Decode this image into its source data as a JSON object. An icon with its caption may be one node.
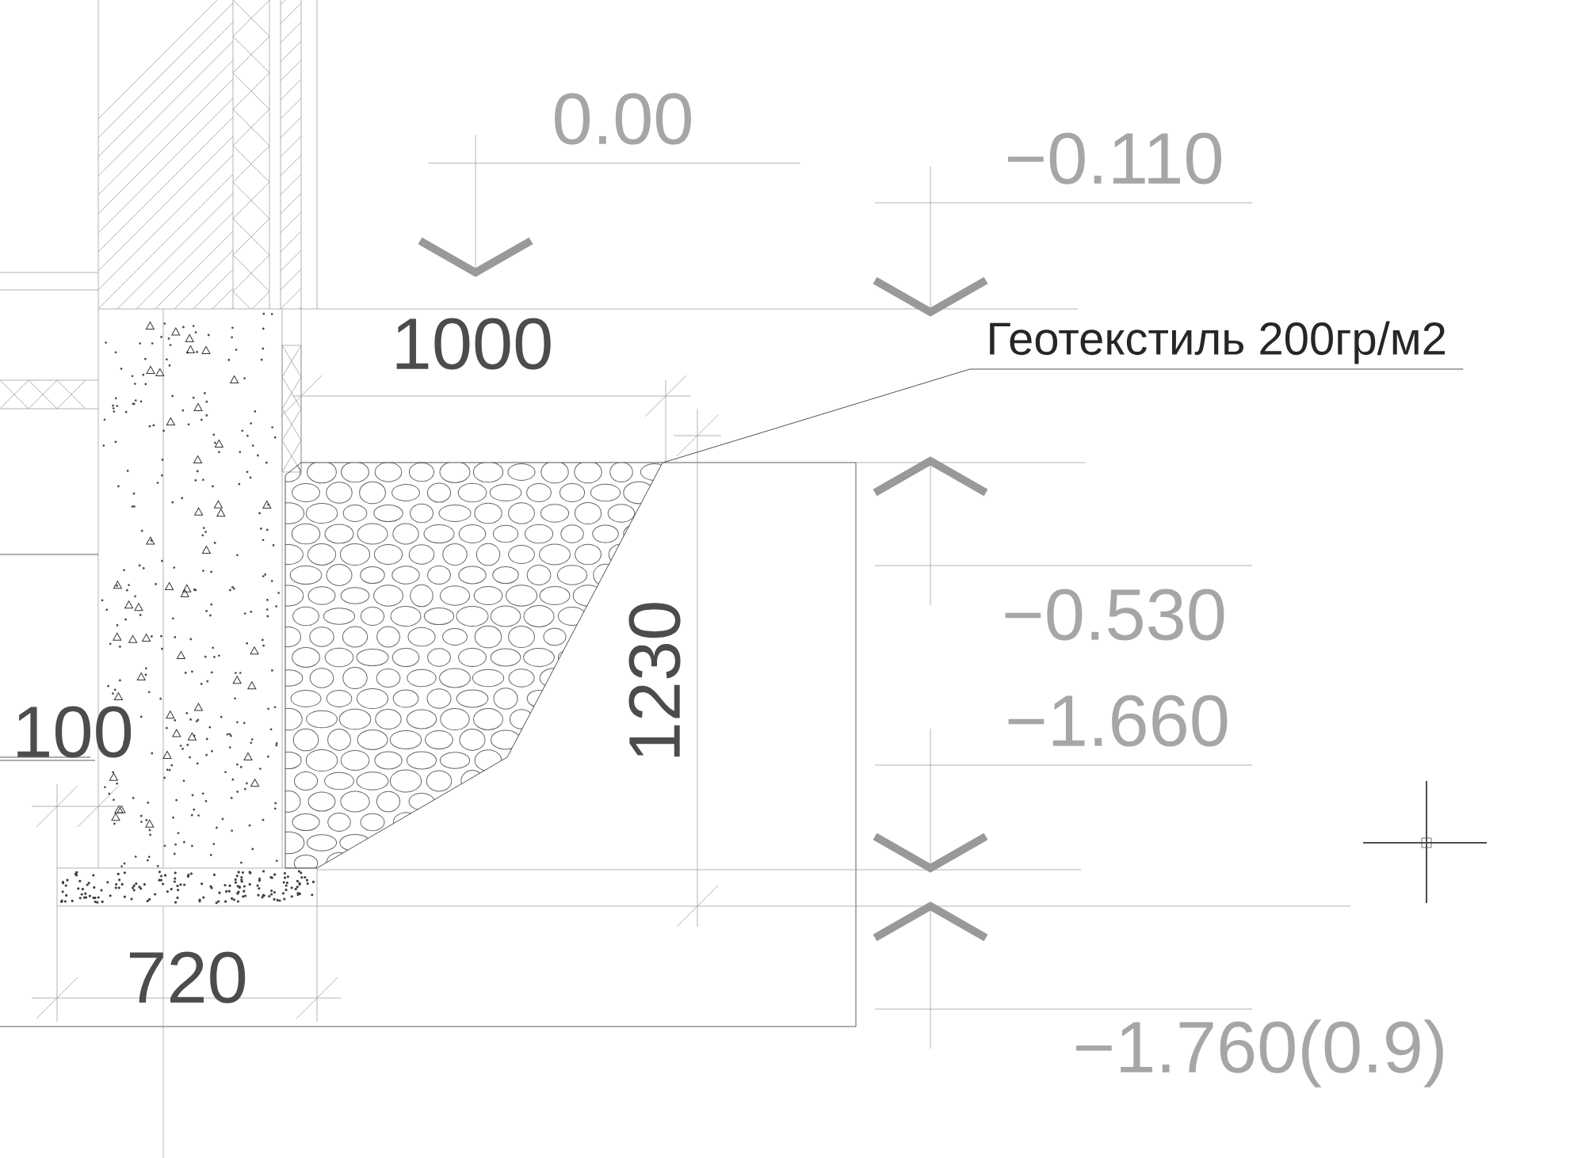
{
  "diagram": {
    "nodes": [
      {
        "text": [
          "Геотекстиль 200гр/м2"
        ]
      },
      {
        "text": [],
        "shape": "picture"
      }
    ],
    "edges": [
      {
        "from": 0,
        "to": 1,
        "arrow": "none"
      }
    ],
    "labels": [
      "0.00",
      "−0.110",
      "1000",
      "−0.530",
      "−1.660",
      "1230",
      "100",
      "720",
      "−1.760(0.9)"
    ]
  }
}
